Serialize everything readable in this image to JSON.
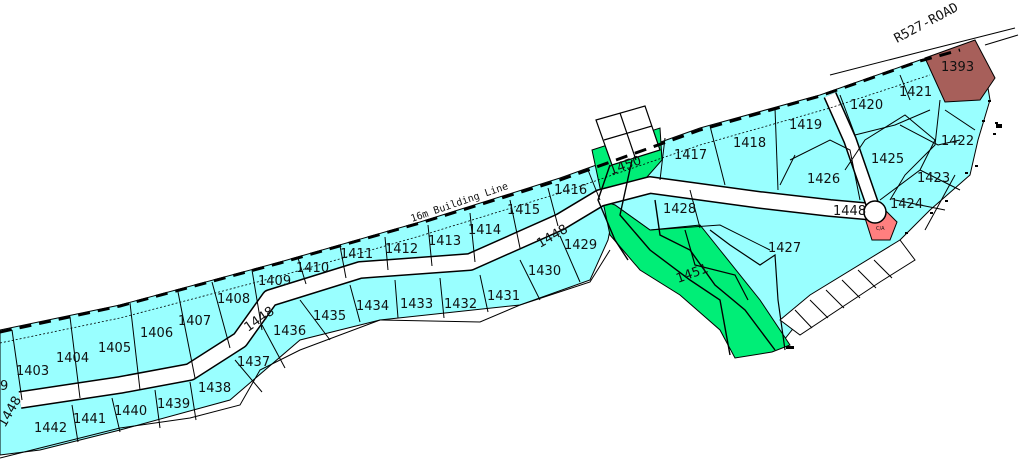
{
  "map": {
    "road_label": "R527-ROAD",
    "building_line_label": "16m Building Line",
    "road_plots": [
      "1448",
      "1448",
      "1448",
      "1448"
    ],
    "colors": {
      "residential": "#99ffff",
      "green_space": "#00ee77",
      "reserved": "#a75f5a",
      "special": "#ff7f7f",
      "road": "#ffffff",
      "lines": "#000000"
    },
    "plots": {
      "p1393": "1393",
      "p1403": "1403",
      "p1404": "1404",
      "p1405": "1405",
      "p1406": "1406",
      "p1407": "1407",
      "p1408": "1408",
      "p1409": "1409",
      "p1410": "1410",
      "p1411": "1411",
      "p1412": "1412",
      "p1413": "1413",
      "p1414": "1414",
      "p1415": "1415",
      "p1416": "1416",
      "p1417": "1417",
      "p1418": "1418",
      "p1419": "1419",
      "p1420": "1420",
      "p1421": "1421",
      "p1422": "1422",
      "p1423": "1423",
      "p1424": "1424",
      "p1425": "1425",
      "p1426": "1426",
      "p1427": "1427",
      "p1428": "1428",
      "p1429": "1429",
      "p1430": "1430",
      "p1431": "1431",
      "p1432": "1432",
      "p1433": "1433",
      "p1434": "1434",
      "p1435": "1435",
      "p1436": "1436",
      "p1437": "1437",
      "p1438": "1438",
      "p1439": "1439",
      "p1440": "1440",
      "p1441": "1441",
      "p1442": "1442",
      "p1450": "1450",
      "p1451": "1451"
    },
    "edge_fragment_left": "9",
    "special_plot_label": "C/A"
  }
}
